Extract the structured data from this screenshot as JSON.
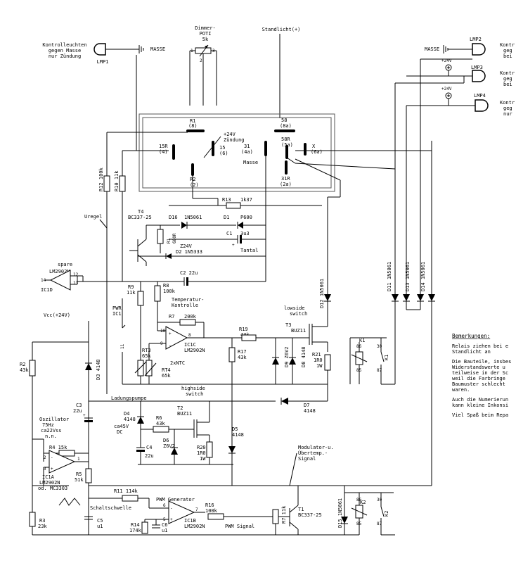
{
  "lamps": {
    "lmp1_note": [
      "Kontrolleuchten",
      "gegen Masse",
      "nur Zündung"
    ],
    "lmp1": "LMP1",
    "lmp2": "LMP2",
    "lmp3": "LMP3",
    "lmp4": "LMP4",
    "masse": "MASSE",
    "plus24": "+24V",
    "right_note_a": [
      "Kontr",
      "geg",
      "bei"
    ],
    "right_note_b": [
      "Kontr",
      "geg",
      "bei"
    ],
    "right_note_c": [
      "Kontr",
      "geg",
      "nur"
    ]
  },
  "poti": {
    "title": "Dimmer-",
    "title2": "POTI",
    "value": "5k",
    "pin1": "1",
    "pin3": "3",
    "pin2": "2"
  },
  "standlicht": "Standlicht(+)",
  "switch": {
    "r1": "R1",
    "r1b": "(8)",
    "r2": "R2",
    "r2b": "(2)",
    "r15": "15R",
    "r15b": "(4)",
    "p24": "+24V",
    "zuendung": "Zündung",
    "t15": "15",
    "t15b": "(6)",
    "t31": "31",
    "t31b": "(4a)",
    "masse": "Masse",
    "t58": "58",
    "t58b": "(8a)",
    "t58r": "58R",
    "t58rb": "(5a)",
    "x": "X",
    "xb": "(6a)",
    "t31r": "31R",
    "t31rb": "(2a)"
  },
  "parts": {
    "r12": "R12 100k",
    "r10": "R10 11k",
    "uregel": "Uregel",
    "t4": "T4",
    "t4type": "BC337-25",
    "d16": "D16",
    "d16type": "1N5061",
    "d1": "D1",
    "d1type": "P600",
    "r13": "R13",
    "r13val": "1k37",
    "c1": "C1",
    "c1val": "3u3",
    "tantal": "Tantal",
    "r1": "R1",
    "r1val": "680R",
    "d2a": "Z24V",
    "d2b": "D2 1N5333",
    "spare": "spare",
    "ic1d_type": "LM2902N",
    "ic1d": "IC1D",
    "pin14": "14",
    "pin12": "12",
    "pin13": "13",
    "c2": "C2 22u",
    "r9": "R9",
    "r9val": "11k",
    "r8": "R8",
    "r8val": "100k",
    "temp1": "Temperatur-",
    "temp2": "Kontrolle",
    "pwr": "PWR",
    "pwr2": "IC1",
    "r7": "R7",
    "r7val": "200k",
    "pin10": "10",
    "pin9": "9",
    "pin8": "8",
    "ic1c": "IC1C",
    "ic1c_type": "LM2902N",
    "pin11": "11",
    "rt3": "RT3",
    "rt3val": "65k",
    "ntc": "2xNTC",
    "rt4": "RT4",
    "rt4val": "65k",
    "r19": "R19",
    "r19val": "43k",
    "r17": "R17",
    "r17val": "43k",
    "d9": "D9 Z6V2",
    "d8": "D8 4148",
    "r21": "R21",
    "r21val": "1R0",
    "r21w": "1W",
    "d12": "D12 1N5061",
    "lowside1": "lowside",
    "lowside2": "switch",
    "t3": "T3",
    "t3type": "BUZ11",
    "d11": "D11 1N5061",
    "d13": "D13 1N5061",
    "d14": "D14 1N5061",
    "k1": "K1",
    "k1b": "K1",
    "p86": "86",
    "p85": "85",
    "p30": "30",
    "p87": "87",
    "vcc": "Vcc(+24V)",
    "r2": "R2",
    "r2val": "43k",
    "d3": "D3 4148",
    "ladung": "Ladungspumpe",
    "highside1": "highside",
    "highside2": "switch",
    "c3": "C3",
    "c3val": "22u",
    "d4": "D4",
    "d4val": "4148",
    "ca45": "ca45V",
    "dc": "DC",
    "r6": "R6",
    "r6val": "43k",
    "t2": "T2",
    "t2type": "BUZ11",
    "d6": "D6",
    "d6val": "Z6V2",
    "c4": "C4",
    "c4val": "22u",
    "r20": "R20",
    "r20val": "1R0",
    "r20w": "1W",
    "d5": "D5",
    "d5val": "4148",
    "d7": "D7",
    "d7val": "4148",
    "osz1": "Oszillator",
    "osz2": "75Hz",
    "osz3": "ca22Vss",
    "osz4": "n.n.",
    "r4": "R4 15k",
    "pin1": "1",
    "pin2": "2",
    "pin3": "3",
    "r5": "R5",
    "r5val": "51k",
    "ic1a": "IC1A",
    "ic1a_t1": "LM2902N",
    "ic1a_t2": "od. MC3303",
    "mod1": "Modulator-u.",
    "mod2": "Übertemp.-",
    "mod3": "Signal",
    "r11": "R11 114k",
    "pwmgen": "PWM Generator",
    "r16": "R16",
    "r16val": "100k",
    "pin6": "6",
    "pin5": "5",
    "pin7": "7",
    "ic1b": "IC1B",
    "ic1b_type": "LM2902N",
    "pwmsig": "PWM Signal",
    "schalt": "Schaltschwelle",
    "c5": "C5",
    "c5val": "u1",
    "r3": "R3",
    "r3val": "23k",
    "r14": "R14",
    "r14val": "174k",
    "c6": "C6",
    "c6val": "u1",
    "t1": "T1",
    "t1type": "BC337-25",
    "r7b": "R7 11k",
    "d15": "D15 1N5061",
    "k2": "K2",
    "k2b": "K2"
  },
  "notes": {
    "heading": "Bemerkungen:",
    "lines": [
      "Relais ziehen bei e",
      "Standlicht an",
      "",
      "Die Bauteile, insbes",
      "Widerstandswerte u",
      "teilweise in der Sc",
      "weil die Farbringe",
      "Baumuster schlecht",
      "waren.",
      "",
      "Auch die Numerierun",
      "kann kleine Inkonsi",
      "",
      "Viel Spaß beim Repa"
    ]
  }
}
